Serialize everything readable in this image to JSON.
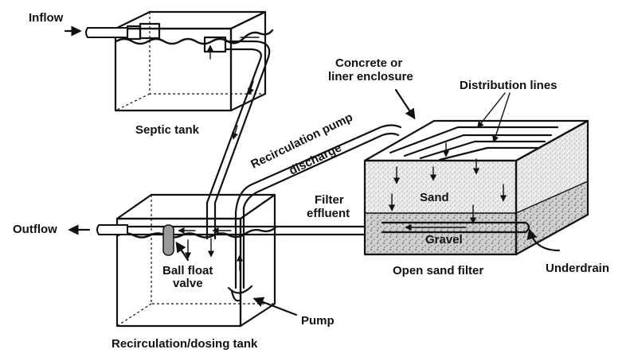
{
  "labels": {
    "inflow": "Inflow",
    "septic_tank": "Septic tank",
    "concrete_enclosure_line1": "Concrete or",
    "concrete_enclosure_line2": "liner enclosure",
    "distribution_lines": "Distribution lines",
    "recirculation_pump_discharge_line1": "Recirculation pump",
    "recirculation_pump_discharge_line2": "discharge",
    "filter_effluent_line1": "Filter",
    "filter_effluent_line2": "effluent",
    "sand": "Sand",
    "gravel": "Gravel",
    "outflow": "Outflow",
    "ball_float_valve_line1": "Ball float",
    "ball_float_valve_line2": "valve",
    "open_sand_filter": "Open sand filter",
    "underdrain": "Underdrain",
    "pump": "Pump",
    "recirculation_dosing_tank": "Recirculation/dosing tank"
  }
}
